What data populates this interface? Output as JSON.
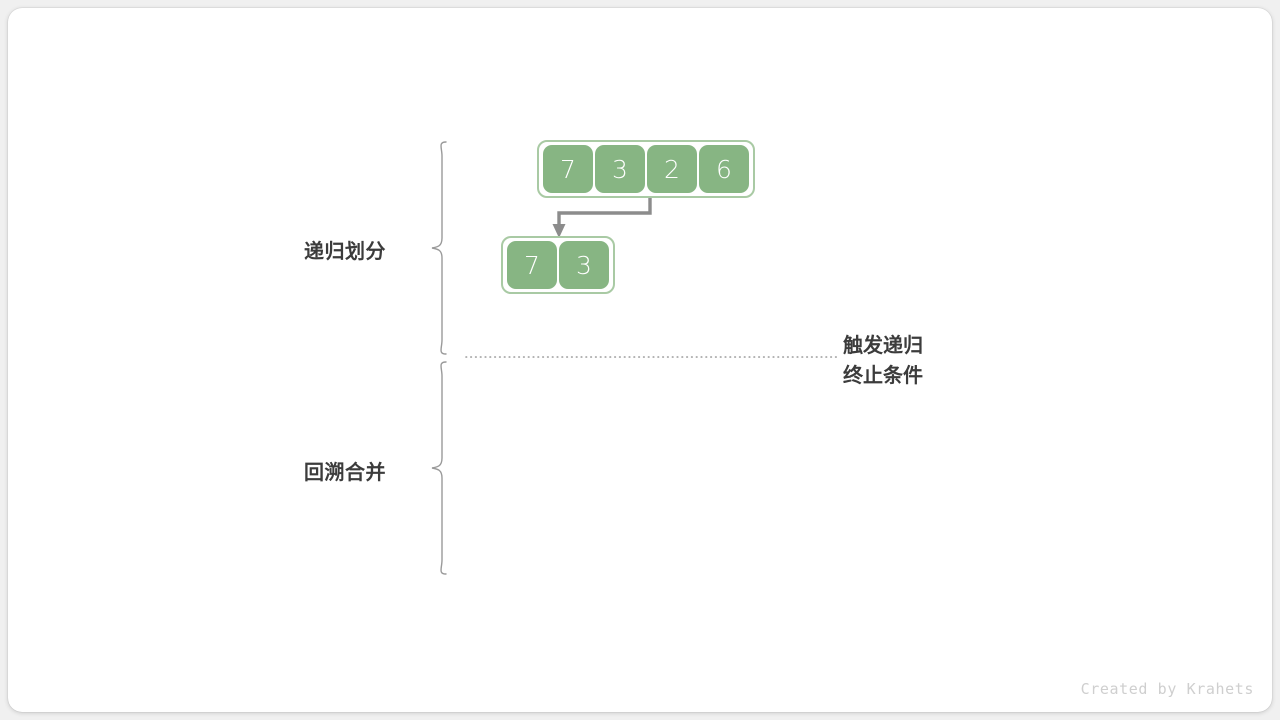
{
  "diagram": {
    "title": "merge-sort-recursion-divide-and-merge",
    "phases": [
      {
        "id": "divide",
        "label": "递归划分"
      },
      {
        "id": "merge",
        "label": "回溯合并"
      }
    ],
    "annotation": {
      "line1": "触发递归",
      "line2": "终止条件"
    },
    "arrays": [
      {
        "id": "root",
        "values": [
          "7",
          "3",
          "2",
          "6"
        ]
      },
      {
        "id": "left",
        "values": [
          "7",
          "3"
        ]
      }
    ],
    "colors": {
      "cell_fill": "#87b583",
      "array_border": "#a9caa4",
      "cell_text": "#ffffff",
      "label_text": "#3c3c3c",
      "arrow": "#8c8c8c",
      "divider": "#9a9a9a",
      "brace": "#9a9a9a",
      "page_background": "#f0f0f0",
      "card_background": "#ffffff",
      "credit_text": "#cfcfcf"
    }
  },
  "footer": {
    "credit": "Created by Krahets"
  }
}
